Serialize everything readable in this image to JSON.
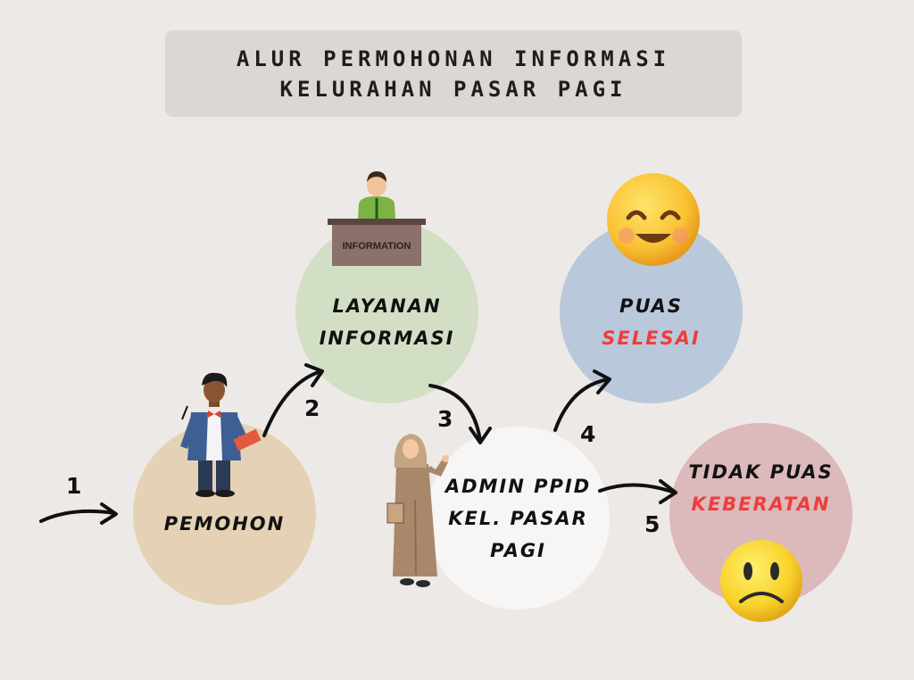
{
  "title": {
    "line1": "ALUR PERMOHONAN INFORMASI",
    "line2": "KELURAHAN PASAR PAGI"
  },
  "nodes": {
    "pemohon": {
      "label": "PEMOHON"
    },
    "layanan": {
      "line1": "LAYANAN",
      "line2": "INFORMASI"
    },
    "admin": {
      "line1": "ADMIN PPID",
      "line2": "KEL. PASAR",
      "line3": "PAGI"
    },
    "puas": {
      "line1": "PUAS",
      "line2": "SELESAI"
    },
    "tidak_puas": {
      "line1": "TIDAK PUAS",
      "line2": "KEBERATAN"
    }
  },
  "steps": [
    "1",
    "2",
    "3",
    "4",
    "5"
  ],
  "info_sign": "INFORMATION",
  "icons": {
    "happy": "smiling-face-icon",
    "sad": "frowning-face-icon"
  },
  "colors": {
    "background": "#ede9e6",
    "pemohon": "#e5d2b6",
    "layanan": "#d3dfc5",
    "admin": "#f7f6f5",
    "puas": "#b9c9db",
    "tidak_puas": "#dcb9bb",
    "accent_red": "#ef3d3d"
  }
}
